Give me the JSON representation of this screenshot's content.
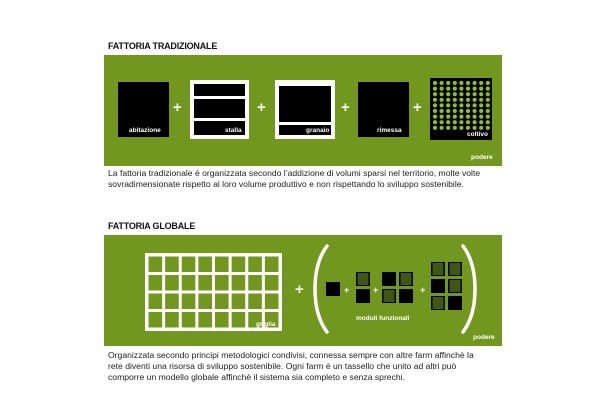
{
  "section1": {
    "title": "FATTORIA TRADIZIONALE",
    "labels": {
      "abitazione": "abitazione",
      "stalla": "stalla",
      "granaio": "granaio",
      "rimessa": "rimessa",
      "coltivo": "coltivo"
    },
    "podere": "podere",
    "description": [
      "La fattoria tradizionale è organizzata secondo l’addizione di volumi sparsi nel territorio, molte volte",
      "sovradimensionate rispetto al loro volume produttivo e non rispettando lo sviluppo sostenibile."
    ]
  },
  "section2": {
    "title": "FATTORIA GLOBALE",
    "griglia": "griglia",
    "moduli": "moduli funzionali",
    "podere": "podere",
    "description": [
      "Organizzata secondo principi metodologici condivisi, connessa sempre con altre farm affinchè la",
      "rete diventi una risorsa di sviluppo sostenibile. Ogni farm è un tassello che unito ad altri può",
      "comporre un modello globale affinchè il sistema sia completo e senza sprechi."
    ]
  },
  "plus": "+",
  "colors": {
    "panel": "#72971f",
    "dot": "#8fbf2c"
  }
}
